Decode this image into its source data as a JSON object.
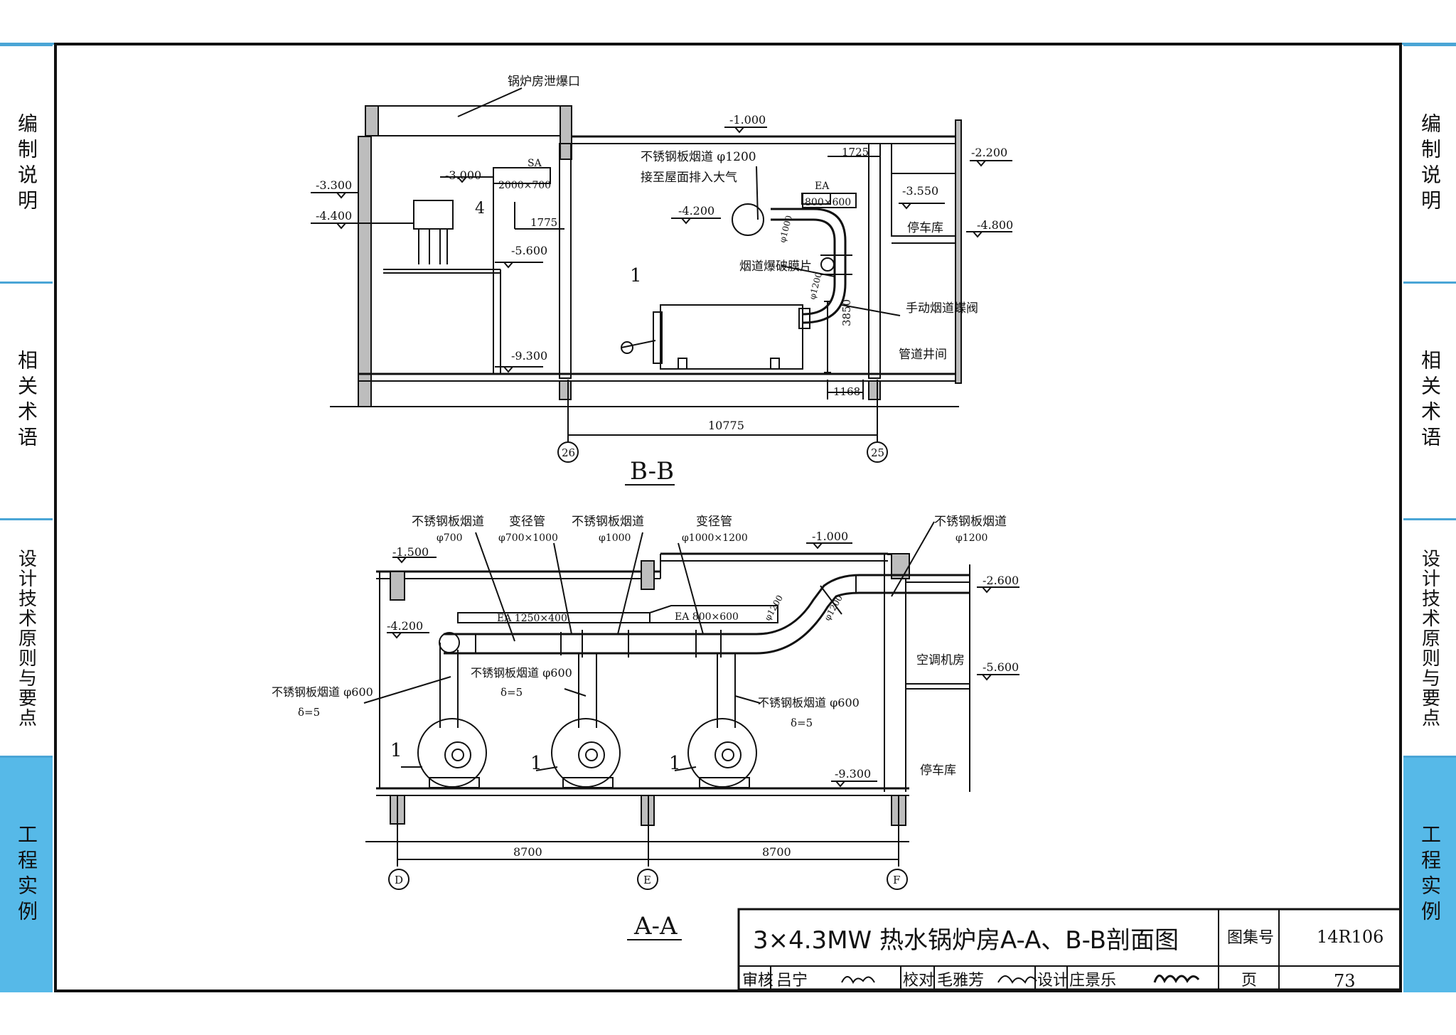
{
  "side_tabs": [
    {
      "label": "编制说明",
      "active": false
    },
    {
      "label": "相关术语",
      "active": false
    },
    {
      "label": "设计技术原则与要点",
      "active": false
    },
    {
      "label": "工程实例",
      "active": true
    }
  ],
  "colors": {
    "tab_active": "#56b9e8",
    "tab_border": "#4aa5d6"
  },
  "section_bb": {
    "name": "B-B",
    "labels": {
      "explosion_vent": "锅炉房泄爆口",
      "stainless_duct": "不锈钢板烟道 φ1200",
      "roof_exhaust": "接至屋面排入大气",
      "burst_disk": "烟道爆破膜片",
      "manual_damper": "手动烟道蝶阀",
      "parking": "停车库",
      "pipe_shaft": "管道井间",
      "sa_duct": "2000×700",
      "ea_duct": "800×600",
      "sa_tag": "SA",
      "ea_tag": "EA",
      "eq1": "1",
      "eq4": "4",
      "d1000": "φ1000",
      "d1200": "φ1200"
    },
    "elevations": [
      "-1.000",
      "-2.200",
      "-3.300",
      "-3.000",
      "-4.400",
      "-4.200",
      "-3.550",
      "-4.800",
      "-5.600",
      "-9.300"
    ],
    "dims": {
      "d1725": "1725",
      "d1775": "1775",
      "d3850": "3850",
      "d1168": "1168",
      "d10775": "10775"
    },
    "axes": [
      "26",
      "25"
    ]
  },
  "section_aa": {
    "name": "A-A",
    "labels": {
      "duct_700_name": "不锈钢板烟道",
      "duct_700_size": "φ700",
      "reducer1_name": "变径管",
      "reducer1_size": "φ700×1000",
      "duct_1000_name": "不锈钢板烟道",
      "duct_1000_size": "φ1000",
      "reducer2_name": "变径管",
      "reducer2_size": "φ1000×1200",
      "duct_1200_name": "不锈钢板烟道",
      "duct_1200_size": "φ1200",
      "branch_left": "不锈钢板烟道 φ600",
      "branch_left_t": "δ=5",
      "branch_mid": "不锈钢板烟道 φ600",
      "branch_mid_t": "δ=5",
      "branch_right": "不锈钢板烟道 φ600",
      "branch_right_t": "δ=5",
      "ea1": "EA 1250×400",
      "ea2": "EA 800×600",
      "ac_room": "空调机房",
      "parking": "停车库",
      "eq1": "1",
      "d1200": "φ1200"
    },
    "elevations": [
      "-1.500",
      "-1.000",
      "-2.600",
      "-4.200",
      "-5.600",
      "-9.300"
    ],
    "dims": {
      "left": "8700",
      "right": "8700"
    },
    "axes": [
      "D",
      "E",
      "F"
    ]
  },
  "title_block": {
    "title": "3×4.3MW 热水锅炉房A-A、B-B剖面图",
    "atlas_label": "图集号",
    "atlas_no": "14R106",
    "review_label": "审核",
    "reviewer": "吕宁",
    "check_label": "校对",
    "checker": "毛雅芳",
    "design_label": "设计",
    "designer": "庄景乐",
    "page_label": "页",
    "page_no": "73"
  }
}
